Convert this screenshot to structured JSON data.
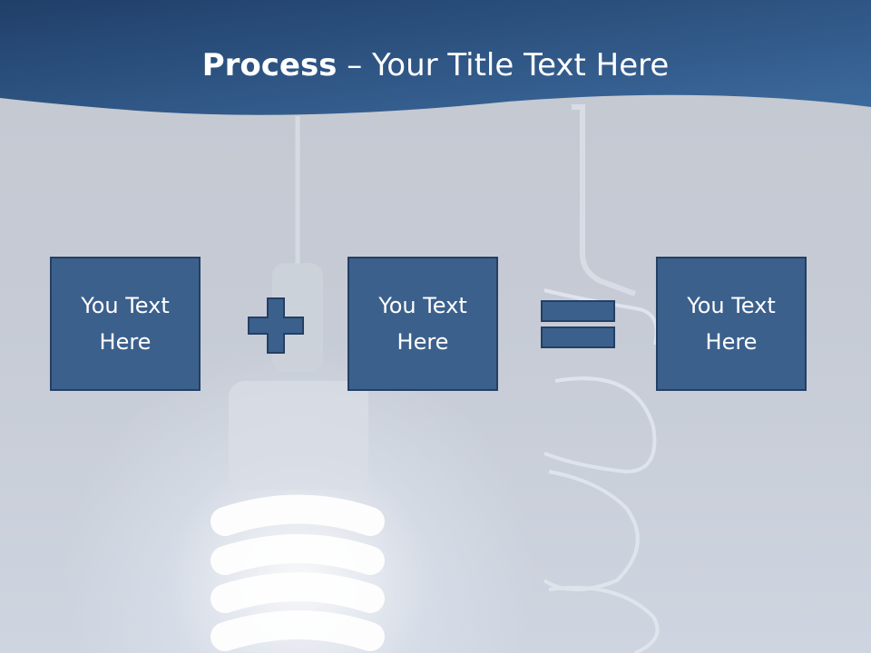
{
  "slide": {
    "title": {
      "bold": "Process",
      "rest": " – Your Title Text Here"
    },
    "boxes": [
      {
        "text": "You Text Here"
      },
      {
        "text": "You Text Here"
      },
      {
        "text": "You Text Here"
      }
    ],
    "operators": [
      "plus-icon",
      "equals-icon"
    ],
    "colors": {
      "header": "#2e5585",
      "box_fill": "#3b608c",
      "box_border": "#243f63",
      "background": "#c3c8d2"
    }
  }
}
